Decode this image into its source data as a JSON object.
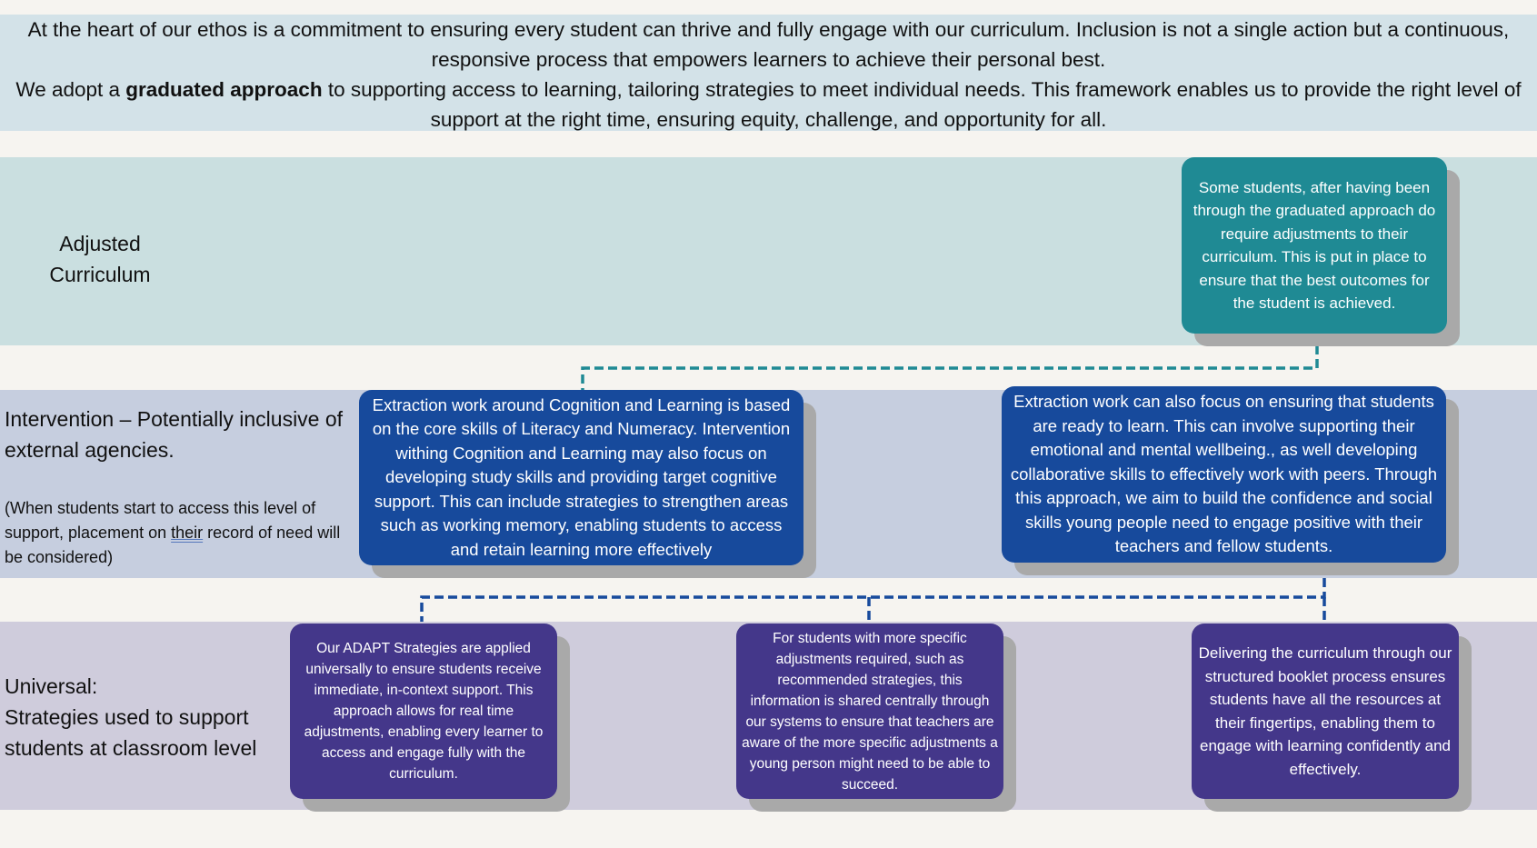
{
  "intro": {
    "line1": "At the heart of our ethos is a commitment to ensuring every student can thrive and fully engage with our curriculum. Inclusion is not a single action but a continuous, responsive process that empowers learners to achieve their personal best.",
    "line2_before": "We adopt a ",
    "line2_bold": "graduated approach",
    "line2_after": " to supporting access to learning, tailoring strategies to meet individual needs. This framework enables us to provide the right level of support at the right time, ensuring equity, challenge, and opportunity for all."
  },
  "tiers": {
    "adjusted": {
      "label": "Adjusted Curriculum",
      "box": "Some students, after having been through the graduated approach do require adjustments to their curriculum. This is put in place to ensure that the best outcomes for the student is achieved."
    },
    "intervention": {
      "label": "Intervention – Potentially inclusive of external agencies.",
      "note_before": "(When students start to access this level of support, placement on ",
      "note_underlined": "their",
      "note_after": " record of need will be considered)",
      "box_cognition": "Extraction work around Cognition and Learning is based on the core skills of Literacy and Numeracy. Intervention withing Cognition and Learning may also focus on developing study skills and providing target cognitive support. This can include strategies to strengthen areas such as working memory, enabling students to access and retain learning more effectively",
      "box_wellbeing": "Extraction work can also focus on ensuring that students are ready to learn. This can involve supporting their emotional and mental wellbeing., as well developing collaborative skills to effectively work with peers. Through this approach, we aim to build the confidence and social skills young people need to engage positive with their teachers and fellow students."
    },
    "universal": {
      "label_line1": "Universal:",
      "label_line2": "Strategies used to support students at classroom level",
      "box_adapt": "Our ADAPT Strategies are applied universally to ensure students receive immediate, in-context support. This approach allows for real time adjustments, enabling every learner to access and engage fully with the curriculum.",
      "box_specific": "For students with more specific adjustments required, such as recommended strategies, this information is shared centrally through our systems to ensure that teachers are aware of the more specific adjustments a young person might need to be able to succeed.",
      "box_booklet": "Delivering the curriculum through our structured booklet process ensures students have all the resources at their fingertips, enabling them to engage with learning confidently and effectively."
    }
  },
  "colors": {
    "intro_band": "#d3e2e8",
    "adjusted_band": "#cadfe0",
    "intervention_band": "#c6cedf",
    "universal_band": "#cfccdc",
    "adjusted_box": "#1f8a94",
    "intervention_box": "#174a9c",
    "universal_box": "#44378a",
    "shadow": "#a9a9a9"
  }
}
